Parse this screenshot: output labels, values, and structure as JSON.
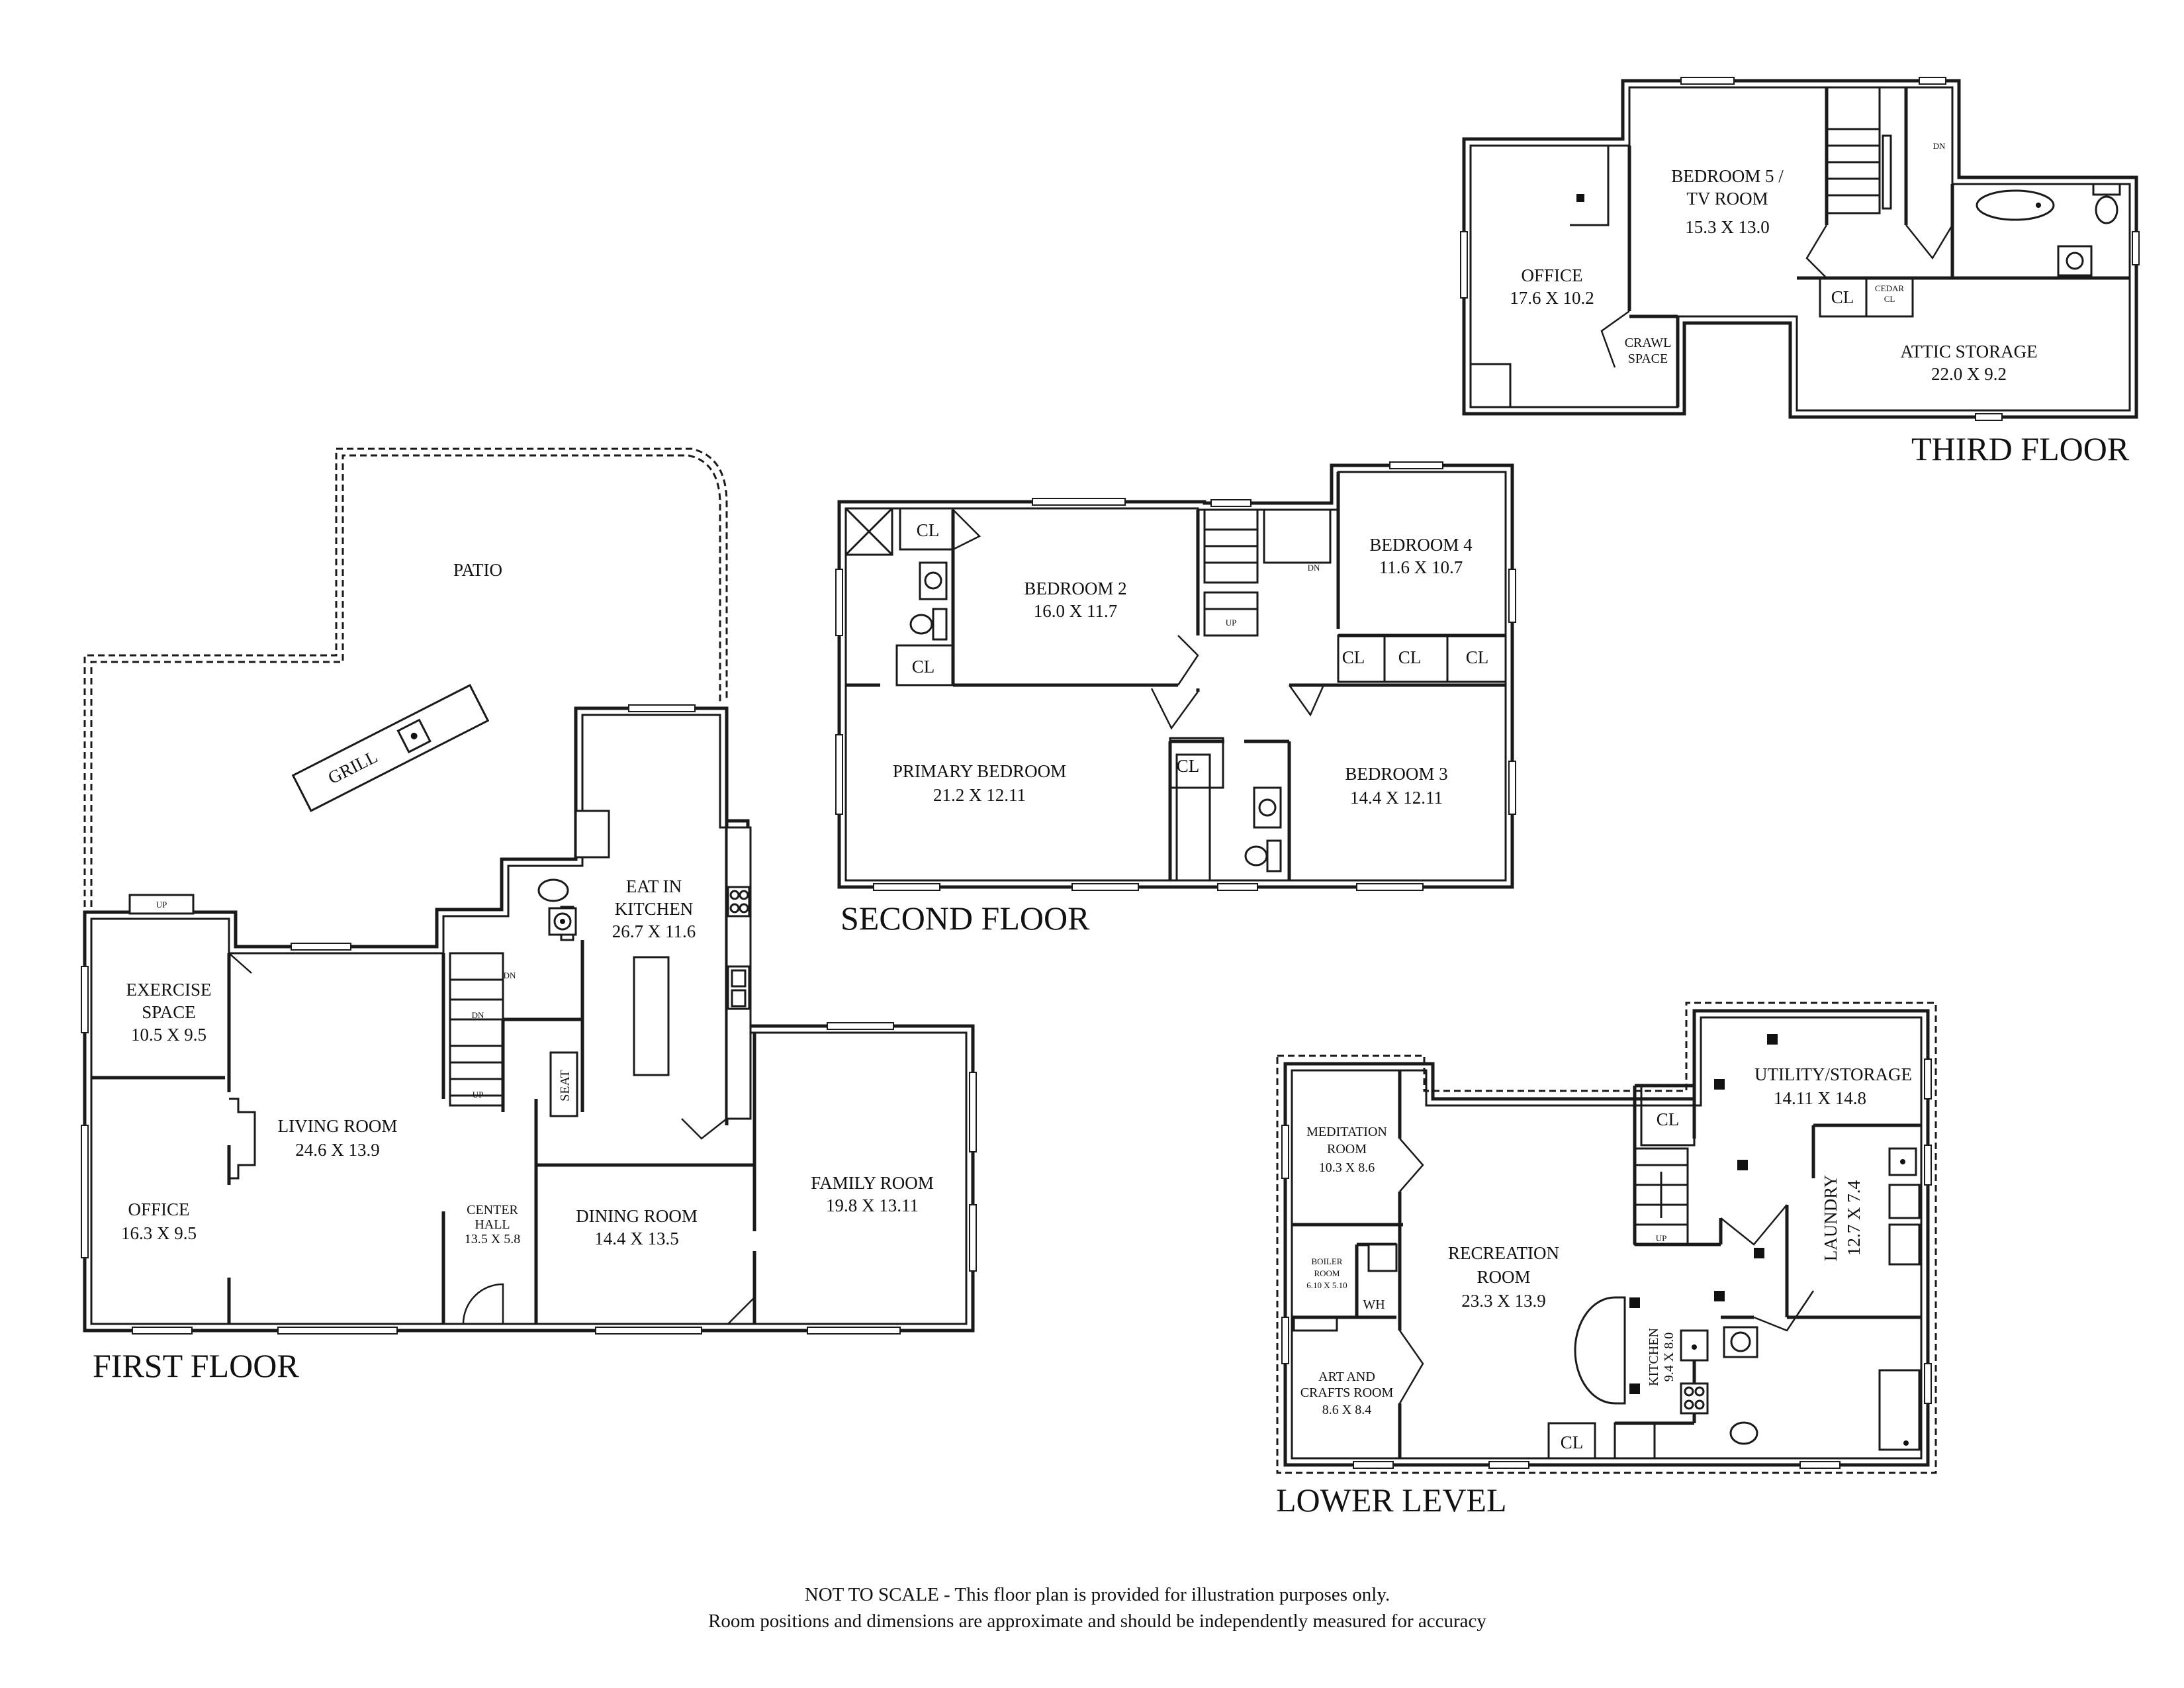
{
  "floors": {
    "first": {
      "title": "FIRST FLOOR",
      "rooms": [
        {
          "name": "PATIO",
          "dim": ""
        },
        {
          "name": "GRILL",
          "dim": ""
        },
        {
          "name": "EXERCISE",
          "name2": "SPACE",
          "dim": "10.5 X 9.5"
        },
        {
          "name": "OFFICE",
          "dim": "16.3 X 9.5"
        },
        {
          "name": "LIVING ROOM",
          "dim": "24.6 X 13.9"
        },
        {
          "name": "CENTER",
          "name2": "HALL",
          "dim": "13.5 X 5.8"
        },
        {
          "name": "EAT IN",
          "name2": "KITCHEN",
          "dim": "26.7 X 11.6"
        },
        {
          "name": "DINING ROOM",
          "dim": "14.4 X 13.5"
        },
        {
          "name": "FAMILY ROOM",
          "dim": "19.8 X 13.11"
        },
        {
          "name": "SEAT",
          "dim": ""
        }
      ],
      "stair_labels": {
        "up_patio": "UP",
        "dn_top": "DN",
        "dn_stair": "DN",
        "up_stair": "UP"
      }
    },
    "second": {
      "title": "SECOND FLOOR",
      "rooms": [
        {
          "name": "BEDROOM 2",
          "dim": "16.0 X 11.7"
        },
        {
          "name": "BEDROOM 4",
          "dim": "11.6 X 10.7"
        },
        {
          "name": "PRIMARY BEDROOM",
          "dim": "21.2 X 12.11"
        },
        {
          "name": "BEDROOM 3",
          "dim": "14.4 X 12.11"
        }
      ],
      "closets": [
        "CL",
        "CL",
        "CL",
        "CL",
        "CL",
        "CL"
      ],
      "stair_labels": {
        "dn": "DN",
        "up": "UP"
      }
    },
    "third": {
      "title": "THIRD FLOOR",
      "rooms": [
        {
          "name": "OFFICE",
          "dim": "17.6 X 10.2"
        },
        {
          "name": "BEDROOM 5 /",
          "name2": "TV ROOM",
          "dim": "15.3 X 13.0"
        },
        {
          "name": "CRAWL",
          "name2": "SPACE",
          "dim": ""
        },
        {
          "name": "ATTIC STORAGE",
          "dim": "22.0 X 9.2"
        },
        {
          "name": "CEDAR",
          "name2": "CL",
          "dim": ""
        }
      ],
      "closets": [
        "CL"
      ],
      "stair_labels": {
        "dn": "DN"
      }
    },
    "lower": {
      "title": "LOWER LEVEL",
      "rooms": [
        {
          "name": "MEDITATION",
          "name2": "ROOM",
          "dim": "10.3 X 8.6"
        },
        {
          "name": "BOILER",
          "name2": "ROOM",
          "dim": "6.10 X 5.10"
        },
        {
          "name": "ART AND",
          "name2": "CRAFTS ROOM",
          "dim": "8.6 X 8.4"
        },
        {
          "name": "RECREATION",
          "name2": "ROOM",
          "dim": "23.3 X 13.9"
        },
        {
          "name": "UTILITY/STORAGE",
          "dim": "14.11 X 14.8"
        },
        {
          "name": "LAUNDRY",
          "dim": "12.7 X 7.4"
        },
        {
          "name": "KITCHEN",
          "dim": "9.4 X 8.0"
        }
      ],
      "closets": [
        "CL",
        "CL"
      ],
      "labels": {
        "wh": "WH",
        "up": "UP"
      }
    }
  },
  "notes": {
    "line1": "NOT TO SCALE - This floor plan is provided for illustration purposes only.",
    "line2": "Room positions and dimensions are approximate and should be independently measured for accuracy"
  }
}
